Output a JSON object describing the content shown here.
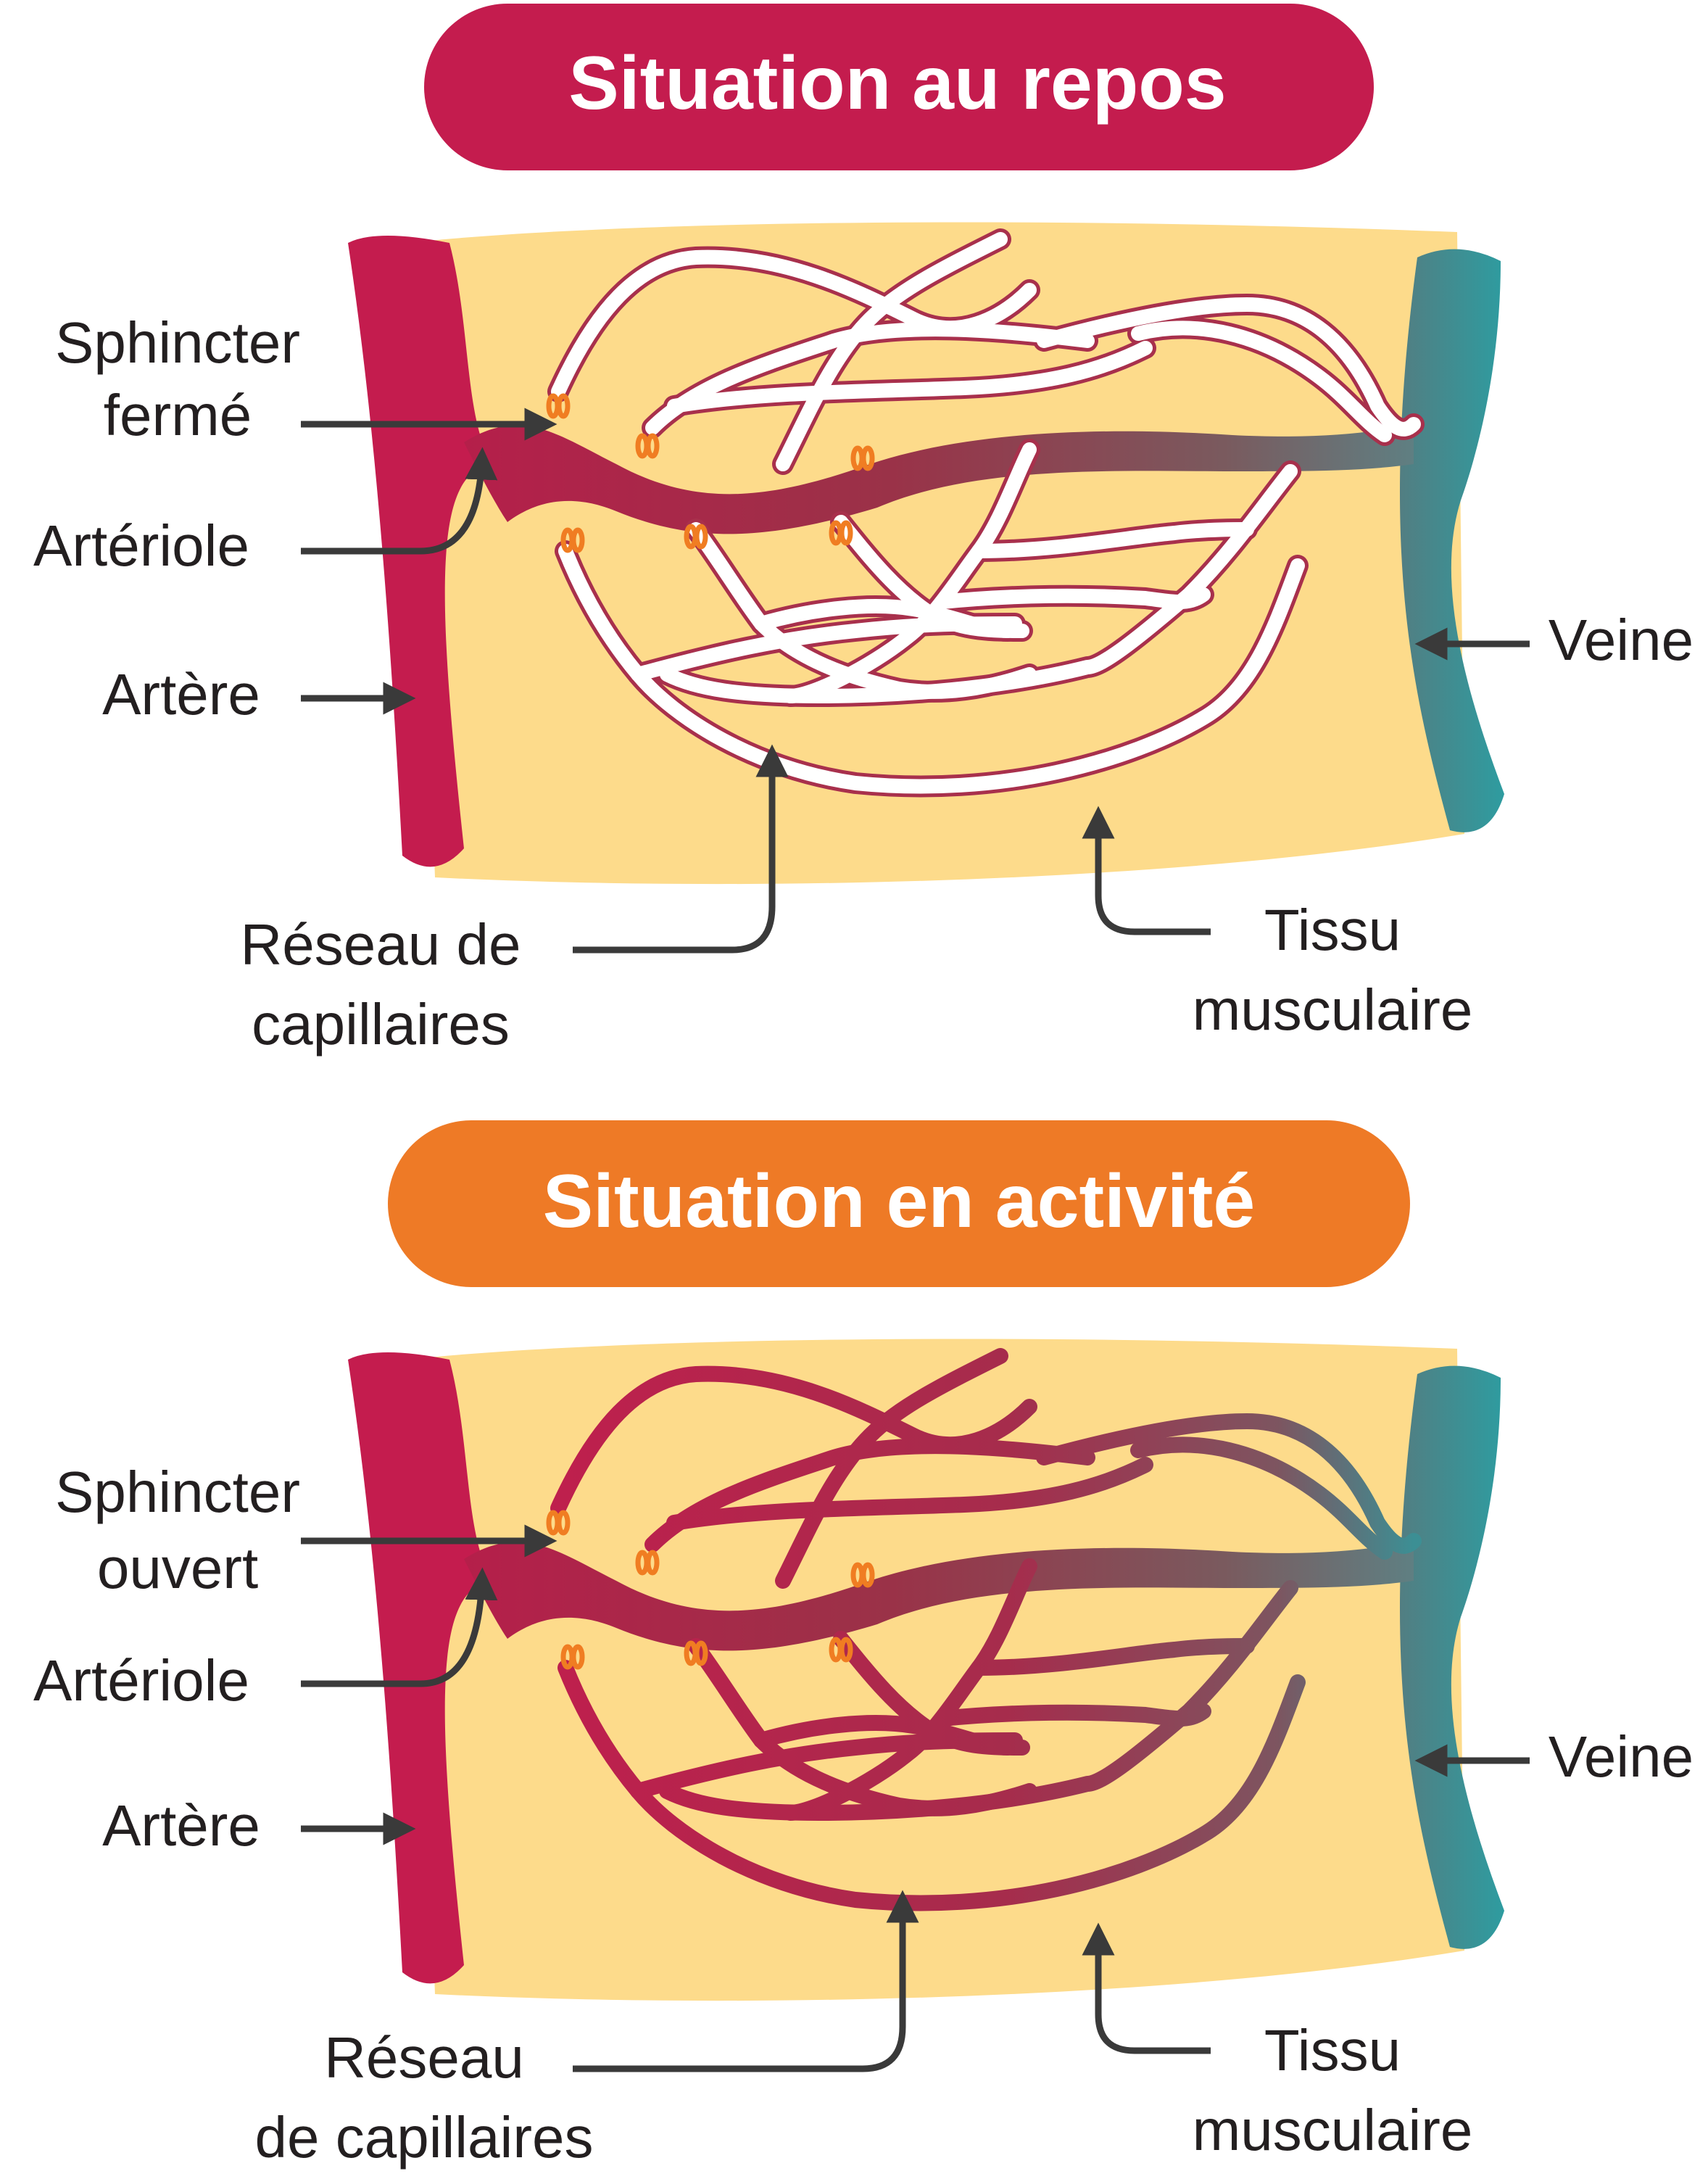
{
  "colors": {
    "resting_banner": "#c41c4e",
    "active_banner": "#ee7a26",
    "artery": "#c41c4e",
    "vein": "#2e9ca0",
    "tissue": "#fddb8b",
    "capillary_closed_fill": "#ffffff",
    "capillary_outline": "#a8304c",
    "capillary_open": "#c11e4d",
    "sphincter": "#f07d22",
    "arrow": "#3a3a3a"
  },
  "panels": [
    {
      "title": "Situation au repos",
      "state": "closed",
      "labels": {
        "sphincter": [
          "Sphincter",
          "fermé"
        ],
        "arteriole": "Artériole",
        "artery": "Artère",
        "vein": "Veine",
        "capillaries": [
          "Réseau de",
          "capillaires"
        ],
        "tissue": [
          "Tissu",
          "musculaire"
        ]
      }
    },
    {
      "title": "Situation en activité",
      "state": "open",
      "labels": {
        "sphincter": [
          "Sphincter",
          "ouvert"
        ],
        "arteriole": "Artériole",
        "artery": "Artère",
        "vein": "Veine",
        "capillaries": [
          "Réseau",
          "de capillaires"
        ],
        "tissue": [
          "Tissu",
          "musculaire"
        ]
      }
    }
  ]
}
